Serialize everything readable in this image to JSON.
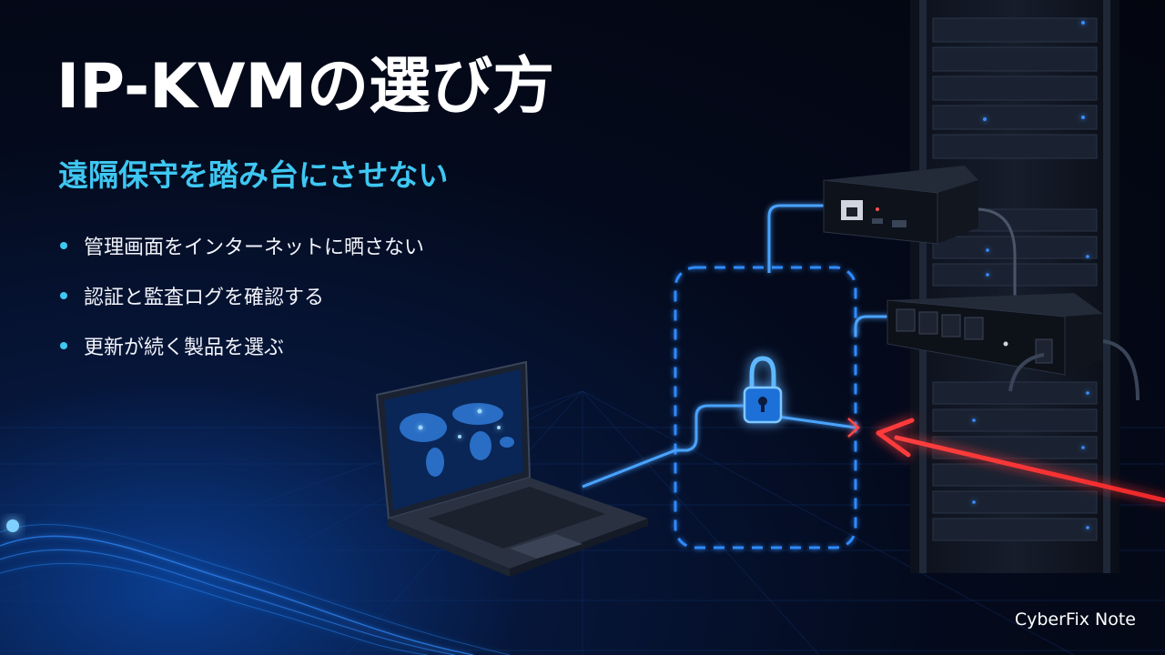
{
  "title": "IP-KVMの選び方",
  "subtitle": "遠隔保守を踏み台にさせない",
  "bullets": [
    "管理画面をインターネットに晒さない",
    "認証と監査ログを確認する",
    "更新が続く製品を選ぶ"
  ],
  "brand": "CyberFix Note",
  "colors": {
    "background": "#050a18",
    "title": "#ffffff",
    "accent_cyan": "#3ec7f2",
    "secure_blue": "#2f8bff",
    "threat_red": "#ff3b3b"
  },
  "icons": [
    "laptop-icon",
    "world-map-icon",
    "padlock-icon",
    "kvm-device-icon",
    "power-strip-icon",
    "server-rack-icon",
    "attack-arrow-icon"
  ]
}
